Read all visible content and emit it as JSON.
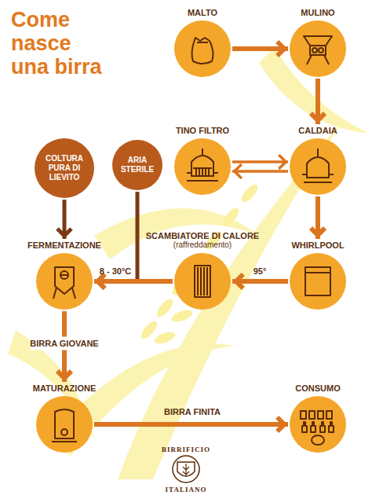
{
  "diagram": {
    "title": "Come nasce una birra",
    "nodes": [
      {
        "text": [
          "MALTO"
        ]
      },
      {
        "text": [
          "MULINO"
        ]
      },
      {
        "text": [
          "TINO FILTRO"
        ]
      },
      {
        "text": [
          "CALDAIA"
        ]
      },
      {
        "text": [
          "COLTURA PURA DI LIEVITO"
        ]
      },
      {
        "text": [
          "ARIA STERILE"
        ]
      },
      {
        "text": [
          "FERMENTAZIONE"
        ]
      },
      {
        "text": [
          "SCAMBIATORE DI CALORE",
          "(raffreddamento)"
        ]
      },
      {
        "text": [
          "WHIRLPOOL"
        ]
      },
      {
        "text": [
          "MATURAZIONE"
        ]
      },
      {
        "text": [
          "CONSUMO"
        ]
      }
    ],
    "edges": [
      {
        "from": 0,
        "to": 1,
        "arrow": "to"
      },
      {
        "from": 1,
        "to": 3,
        "arrow": "to"
      },
      {
        "from": 2,
        "to": 3,
        "arrow": "both"
      },
      {
        "from": 3,
        "to": 8,
        "arrow": "to"
      },
      {
        "from": 8,
        "to": 7,
        "label": "95°",
        "arrow": "to"
      },
      {
        "from": 7,
        "to": 6,
        "label": "8 - 30°C",
        "arrow": "to"
      },
      {
        "from": 4,
        "to": 6,
        "arrow": "to"
      },
      {
        "from": 5,
        "to": 6,
        "arrow": "to"
      },
      {
        "from": 6,
        "to": 9,
        "label": "BIRRA GIOVANE",
        "arrow": "to"
      },
      {
        "from": 9,
        "to": 10,
        "label": "BIRRA FINITA",
        "arrow": "to"
      }
    ],
    "labels": [
      "BIRRIFICIO",
      "ITALIANO"
    ]
  }
}
